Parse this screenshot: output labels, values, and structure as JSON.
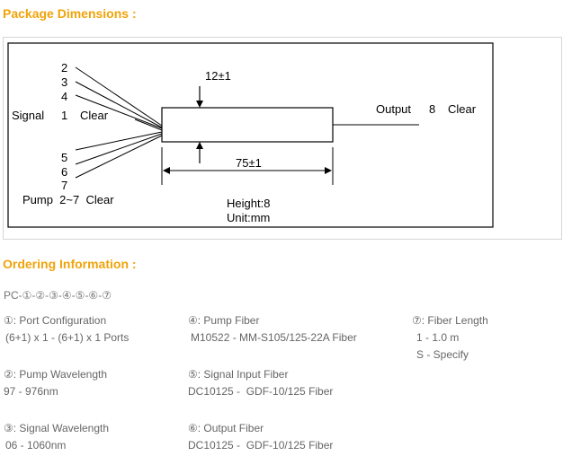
{
  "package": {
    "heading": "Package Dimensions :",
    "diagram": {
      "fiber_numbers_top": [
        "2",
        "3",
        "4"
      ],
      "signal_label": "Signal",
      "signal_number": "1",
      "signal_clear": "Clear",
      "fiber_numbers_bottom": [
        "5",
        "6",
        "7"
      ],
      "pump_label": "Pump  2~7  Clear",
      "height_dim": "12±1",
      "length_dim": "75±1",
      "output_label": "Output",
      "output_number": "8",
      "output_clear": "Clear",
      "height_note": "Height:8",
      "unit_note": "Unit:mm"
    }
  },
  "ordering": {
    "heading": "Ordering Information :",
    "code": "PC-①-②-③-④-⑤-⑥-⑦",
    "fields": [
      {
        "label": "①: Port Configuration",
        "value": "(6+1) x 1 - (6+1) x 1 Ports"
      },
      {
        "label": "②: Pump Wavelength",
        "value": "97 - 976nm"
      },
      {
        "label": "③: Signal Wavelength",
        "value": "06 - 1060nm"
      },
      {
        "label": "④: Pump Fiber",
        "value": "M10522 - MM-S105/125-22A Fiber"
      },
      {
        "label": "⑤: Signal Input Fiber",
        "value": "DC10125 -  GDF-10/125 Fiber"
      },
      {
        "label": "⑥: Output Fiber",
        "value": "DC10125 -  GDF-10/125 Fiber"
      },
      {
        "label": "⑦: Fiber Length",
        "value": "1 - 1.0 m",
        "value2": "S - Specify"
      }
    ]
  }
}
